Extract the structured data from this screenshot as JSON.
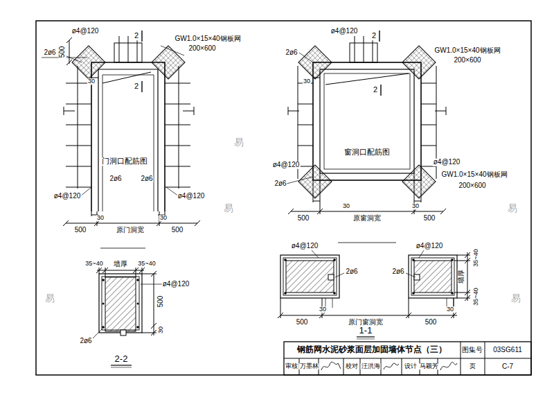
{
  "diagram": {
    "title": "钢筋网水泥砂浆面层加固墙体节点（三）",
    "labels": [
      "ø4@120",
      "2",
      "GW1.0×15×40钢板网",
      "200×600",
      "2ø6",
      "500",
      "30",
      "2",
      "门洞口配筋图",
      "2ø6",
      "2ø6",
      "ø4@120",
      "ø4@120",
      "30",
      "30",
      "500",
      "原门洞宽",
      "500",
      "35~40",
      "墙厚",
      "35~40",
      "ø4@120",
      "500",
      "2ø6",
      "30",
      "2-2",
      "ø4@120",
      "2",
      "2ø6",
      "GW1.0×15×40钢板网",
      "200×600",
      "30",
      "2",
      "窗洞口配筋图",
      "ø4@120",
      "ø4@120",
      "2ø6",
      "GW1.0×15×40钢板网",
      "200×600",
      "30",
      "30",
      "500",
      "原窗洞宽",
      "500",
      "ø4@120",
      "ø4@120",
      "2ø6",
      "2ø6",
      "30",
      "30",
      "墙厚",
      "35~40",
      "35~40",
      "500",
      "原门窗洞宽",
      "500",
      "1-1",
      "图集号",
      "03SG611",
      "审核",
      "万墨林",
      "校对",
      "汪洪海",
      "设计",
      "马颖芳",
      "页",
      "C-7",
      "易",
      "易",
      "易",
      "易",
      "易"
    ]
  }
}
